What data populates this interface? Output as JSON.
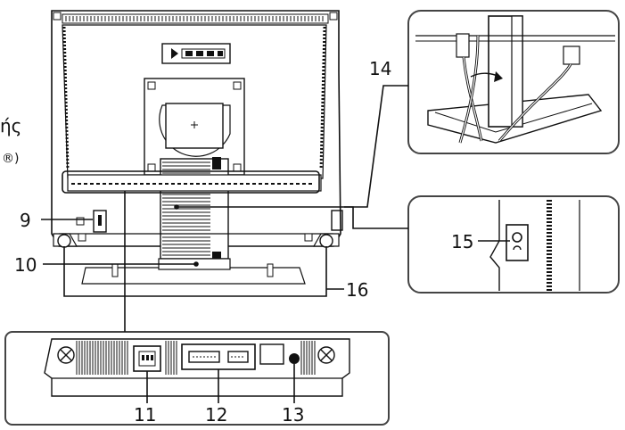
{
  "fragment": {
    "text": "ής",
    "sup": "®)"
  },
  "callouts": [
    {
      "id": "9",
      "text": "9"
    },
    {
      "id": "10",
      "text": "10"
    },
    {
      "id": "11",
      "text": "11"
    },
    {
      "id": "12",
      "text": "12"
    },
    {
      "id": "13",
      "text": "13"
    },
    {
      "id": "14",
      "text": "14"
    },
    {
      "id": "15",
      "text": "15"
    },
    {
      "id": "16",
      "text": "16"
    }
  ]
}
